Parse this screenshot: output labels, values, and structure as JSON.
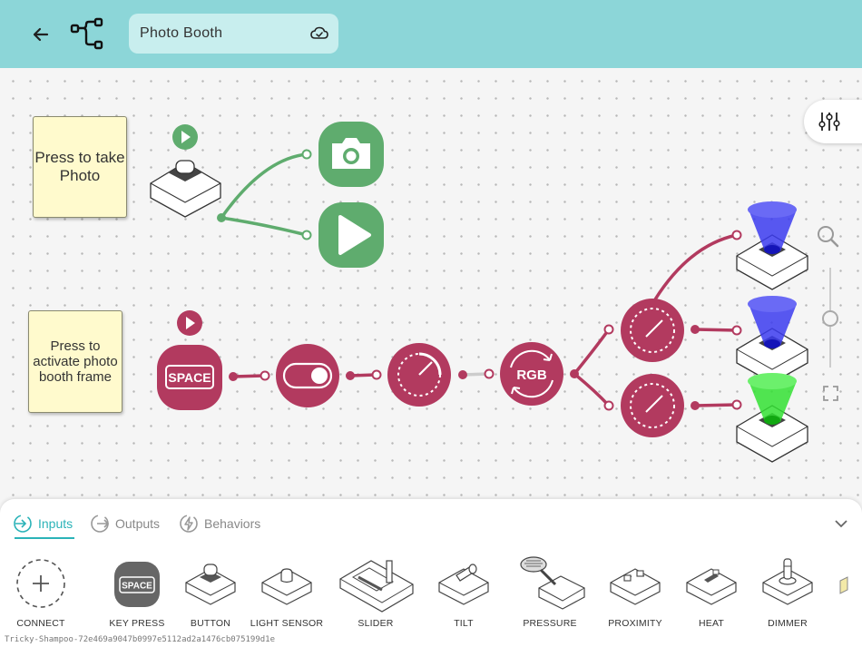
{
  "header": {
    "project_title": "Photo Booth",
    "back_icon": "arrow-left-icon",
    "flow_icon": "flow-tree-icon",
    "cloud_icon": "cloud-sync-icon",
    "bg_color": "#8cd6d8"
  },
  "canvas": {
    "notes": [
      {
        "text": "Press to take Photo"
      },
      {
        "text": "Press to activate photo booth frame"
      }
    ],
    "key_label": "SPACE",
    "rgb_label": "RGB",
    "colors": {
      "green": "#5fac6e",
      "maroon": "#b23a5f",
      "blue_light": "#2222ee",
      "green_light": "#22dd22"
    }
  },
  "panel": {
    "tabs": [
      {
        "label": "Inputs",
        "active": true
      },
      {
        "label": "Outputs",
        "active": false
      },
      {
        "label": "Behaviors",
        "active": false
      }
    ],
    "tools": [
      {
        "label": "CONNECT"
      },
      {
        "label": "KEY PRESS",
        "icon_text": "SPACE"
      },
      {
        "label": "BUTTON"
      },
      {
        "label": "LIGHT SENSOR"
      },
      {
        "label": "SLIDER"
      },
      {
        "label": "TILT"
      },
      {
        "label": "PRESSURE"
      },
      {
        "label": "PROXIMITY"
      },
      {
        "label": "HEAT"
      },
      {
        "label": "DIMMER"
      }
    ],
    "accent": "#2bb3b8"
  },
  "footer": {
    "id_text": "Tricky-Shampoo-72e469a9047b0997e5112ad2a1476cb075199d1e"
  }
}
